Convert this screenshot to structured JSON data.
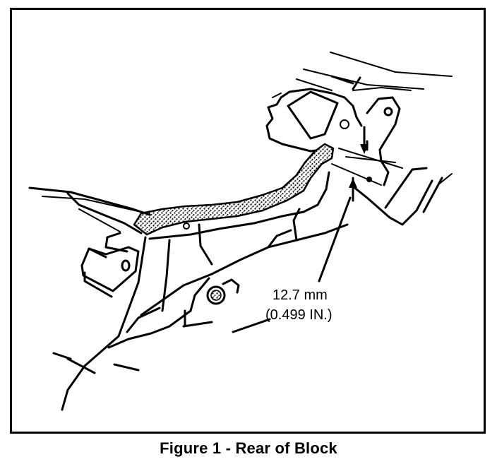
{
  "figure": {
    "caption": "Figure 1 - Rear of Block",
    "dimension": {
      "metric": "12.7 mm",
      "imperial": "(0.499 IN.)"
    }
  },
  "colors": {
    "ink": "#000000",
    "paper": "#ffffff"
  }
}
